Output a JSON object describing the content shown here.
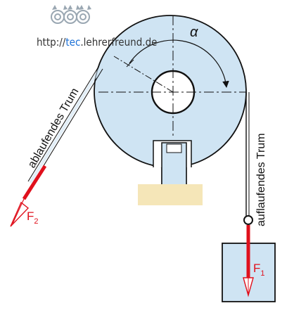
{
  "watermark": {
    "prefix": "http://",
    "highlight": "tec",
    "suffix": ".lehrerfreund.de"
  },
  "labels": {
    "angle": "α",
    "slack_side": "ablaufendes Trum",
    "tight_side": "auflaufendes Trum",
    "force_2_letter": "F",
    "force_2_sub": "2",
    "force_1_letter": "F",
    "force_1_sub": "1"
  },
  "colors": {
    "drum_fill": "#cfe4f3",
    "base_fill": "#f5e6b8",
    "box_fill": "#cfe4f3",
    "force_red": "#e0101c",
    "outline": "#111111",
    "watermark_blue": "#1a6fd6"
  }
}
